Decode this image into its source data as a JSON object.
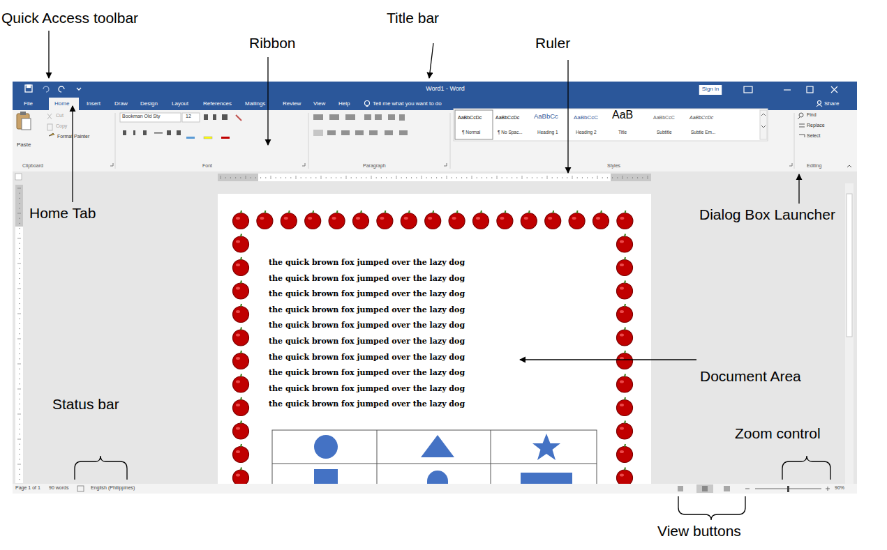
{
  "diagram": {
    "labels": [
      "Quick Access toolbar",
      "Title bar",
      "Ribbon",
      "Ruler",
      "Home Tab",
      "Dialog Box Launcher",
      "Document Area",
      "Status bar",
      "Zoom control",
      "View buttons",
      "Word1 - Word",
      "Sign in",
      "File",
      "Home",
      "Insert",
      "Draw",
      "Design",
      "Layout",
      "References",
      "Mailings",
      "Review",
      "View",
      "Help",
      "Tell me what you want to do",
      "Share",
      "Paste",
      "Cut",
      "Copy",
      "Format Painter",
      "Clipboard",
      "Bookman Old Sty",
      "12",
      "Font",
      "Paragraph",
      "AaBbCcDc",
      "¶ Normal",
      "AaBbCcDc",
      "¶ No Spac...",
      "AaBbCc",
      "Heading 1",
      "AaBbCcC",
      "Heading 2",
      "AaB",
      "Title",
      "AaBbCcC",
      "Subtitle",
      "AaBbCcDc",
      "Subtle Em...",
      "Styles",
      "Find",
      "Replace",
      "Select",
      "Editing",
      "the quick brown fox jumped over the lazy dog",
      "the quick brown fox jumped over the lazy dog",
      "the quick brown fox jumped over the lazy dog",
      "the quick brown fox jumped over the lazy dog",
      "the quick brown fox jumped over the lazy dog",
      "the quick brown fox jumped over the lazy dog",
      "the quick brown fox jumped over the lazy dog",
      "the quick brown fox jumped over the lazy dog",
      "the quick brown fox jumped over the lazy dog",
      "the quick brown fox jumped over the lazy dog",
      "Page 1 of 1",
      "90 words",
      "English (Philippines)",
      "90%"
    ]
  }
}
